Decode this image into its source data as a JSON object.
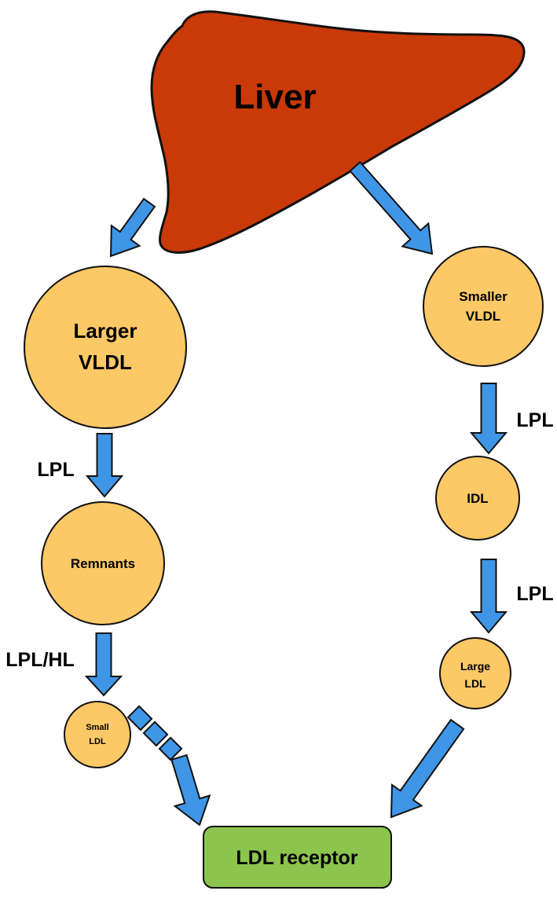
{
  "diagram": {
    "title": "",
    "colors": {
      "liver_fill": "#c93a08",
      "node_fill": "#fdc866",
      "arrow_fill": "#3f96e6",
      "receptor_fill": "#8cc44e",
      "outline": "#111111"
    },
    "nodes": {
      "liver": "Liver",
      "larger_vldl_line1": "Larger",
      "larger_vldl_line2": "VLDL",
      "remnants": "Remnants",
      "small_ldl_line1": "Small",
      "small_ldl_line2": "LDL",
      "smaller_vldl_line1": "Smaller",
      "smaller_vldl_line2": "VLDL",
      "idl": "IDL",
      "large_ldl_line1": "Large",
      "large_ldl_line2": "LDL",
      "ldl_receptor": "LDL receptor"
    },
    "edge_labels": {
      "larger_vldl_to_remnants": "LPL",
      "remnants_to_small_ldl": "LPL/HL",
      "smaller_vldl_to_idl": "LPL",
      "idl_to_large_ldl": "LPL"
    },
    "edges": [
      {
        "from": "liver",
        "to": "larger_vldl",
        "style": "solid"
      },
      {
        "from": "liver",
        "to": "smaller_vldl",
        "style": "solid"
      },
      {
        "from": "larger_vldl",
        "to": "remnants",
        "style": "solid"
      },
      {
        "from": "remnants",
        "to": "small_ldl",
        "style": "solid"
      },
      {
        "from": "small_ldl",
        "to": "ldl_receptor",
        "style": "dashed"
      },
      {
        "from": "smaller_vldl",
        "to": "idl",
        "style": "solid"
      },
      {
        "from": "idl",
        "to": "large_ldl",
        "style": "solid"
      },
      {
        "from": "large_ldl",
        "to": "ldl_receptor",
        "style": "solid"
      }
    ]
  }
}
